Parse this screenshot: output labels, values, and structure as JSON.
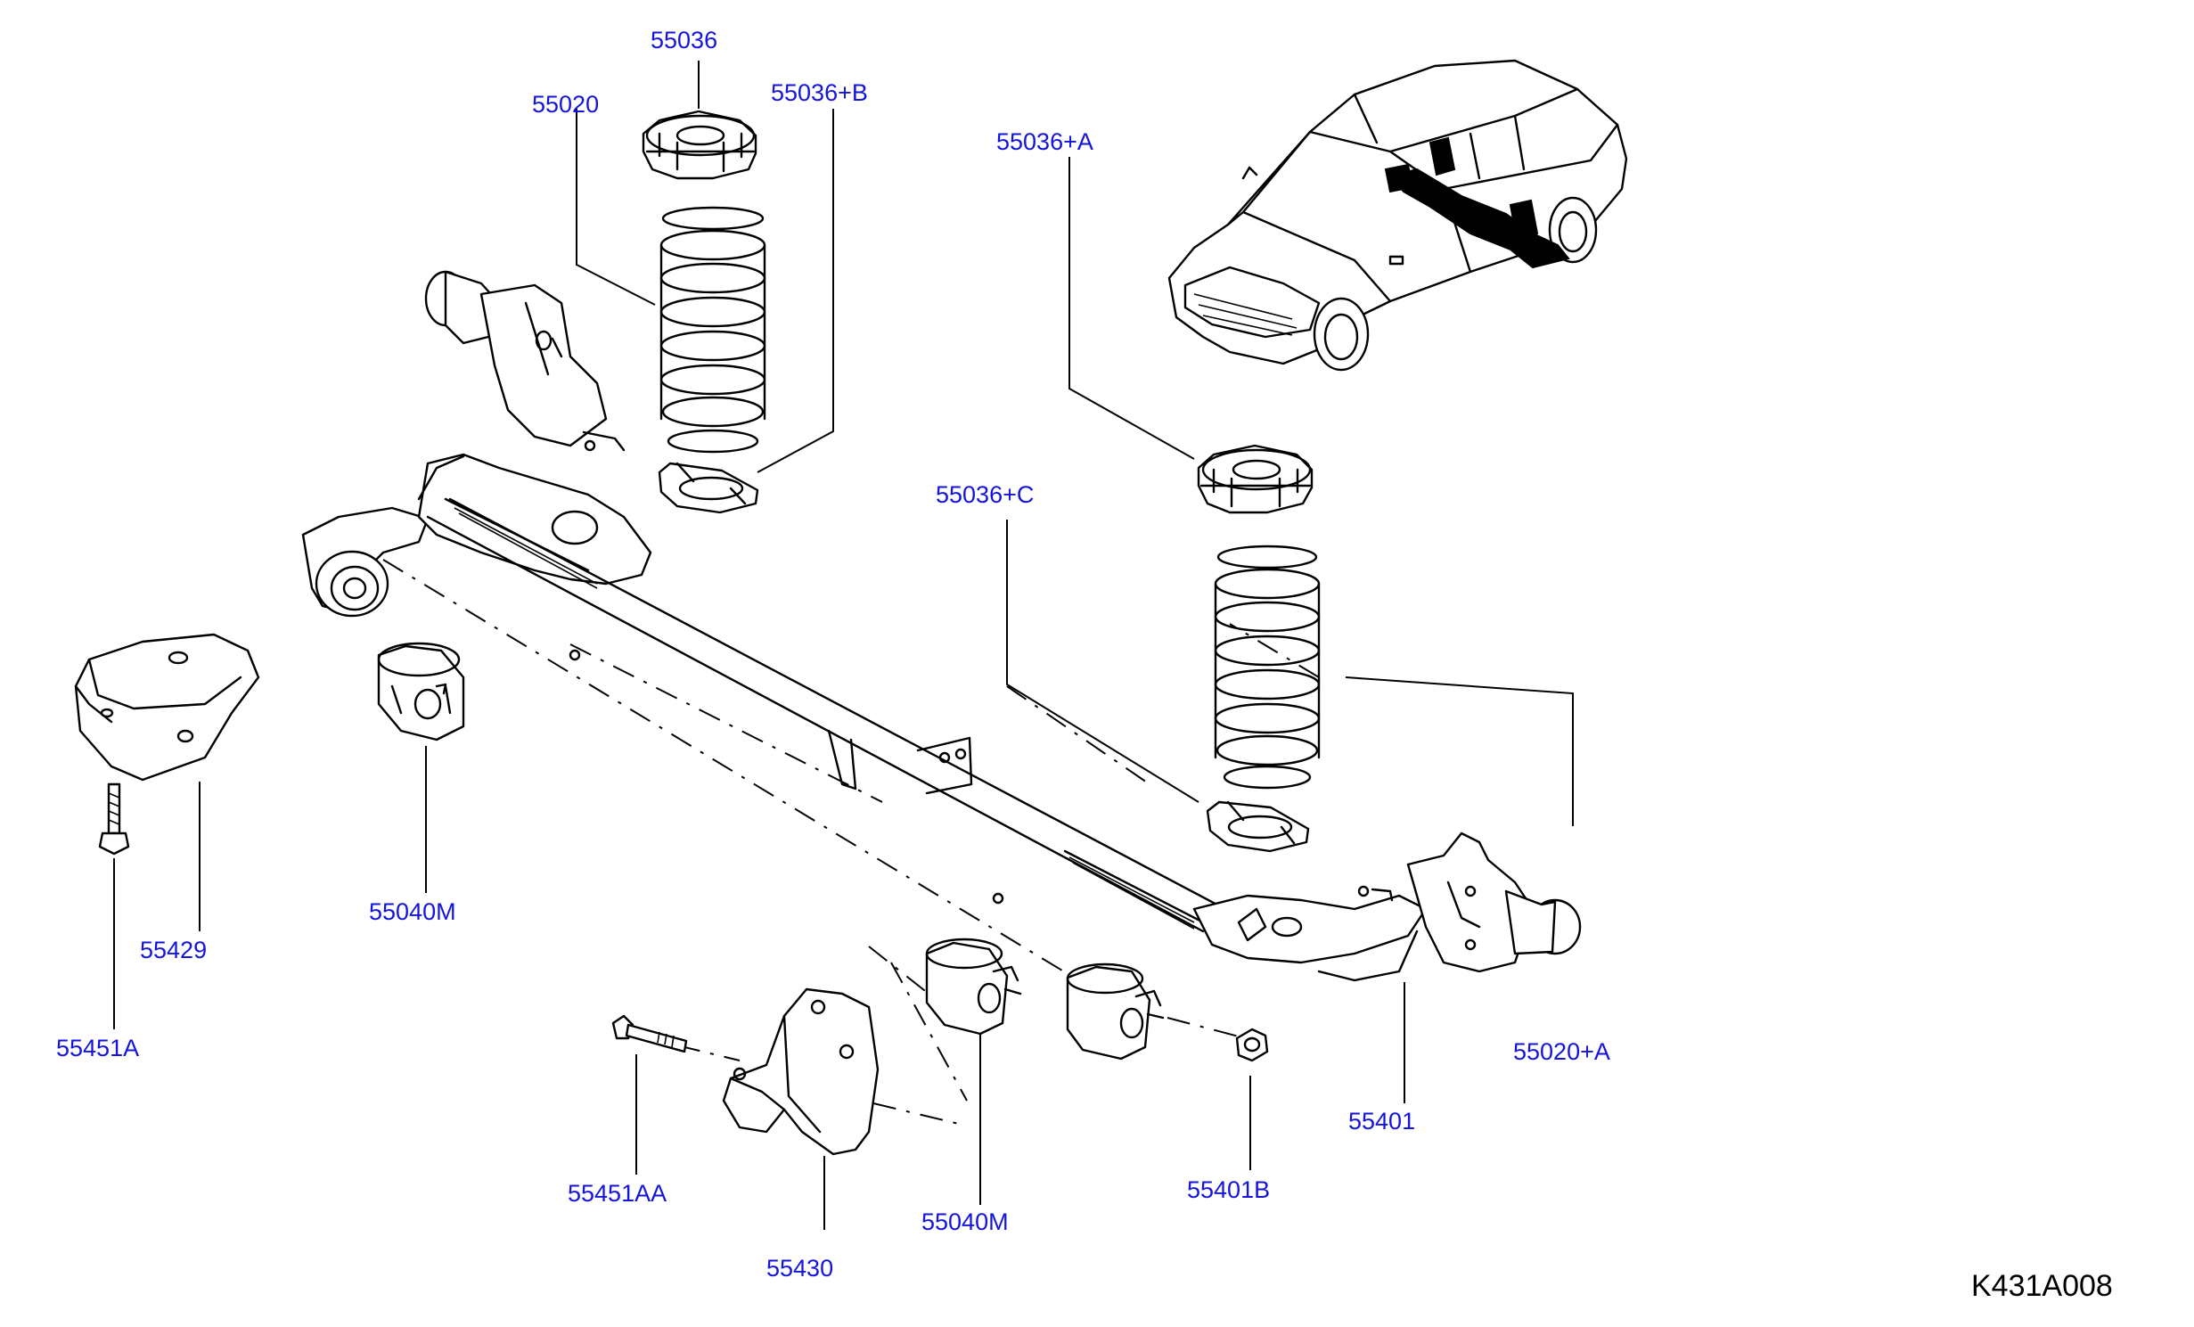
{
  "diagram": {
    "code": "K431A008",
    "label_color": "#1414dc",
    "labels": {
      "p55036": "55036",
      "p55020": "55020",
      "p55036b": "55036+B",
      "p55036a": "55036+A",
      "p55036c": "55036+C",
      "p55429": "55429",
      "p55040m_top": "55040M",
      "p55451a": "55451A",
      "p55451aa": "55451AA",
      "p55430": "55430",
      "p55040m_bottom": "55040M",
      "p55401b": "55401B",
      "p55401": "55401",
      "p55020a": "55020+A"
    }
  }
}
